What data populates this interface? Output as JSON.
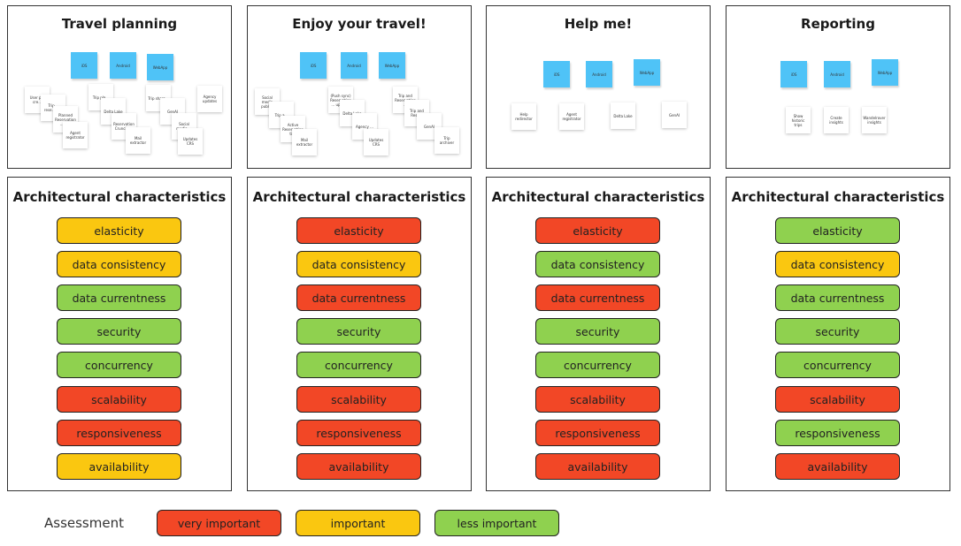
{
  "colors": {
    "very_important": "#f24726",
    "important": "#fac710",
    "less_important": "#8fd14f",
    "sticky_blue": "#4fc3f7"
  },
  "columns": [
    {
      "title": "Travel planning",
      "notes": [
        "iOS",
        "Android",
        "WebApp",
        "User p... cre...",
        "Trip... rese... fr...",
        "Planned Reservation ... tips",
        "Agent registrator",
        "Trip pla...",
        "Delta Lake",
        "Reservation Crunche...",
        "Mail extractor",
        "Trip share...",
        "GenAI",
        "Social media ...",
        "Updates CRS",
        "Agency updates"
      ],
      "characteristics": [
        "elasticity",
        "data consistency",
        "data currentness",
        "security",
        "concurrency",
        "scalability",
        "responsiveness",
        "availability"
      ],
      "levels": [
        "important",
        "important",
        "less_important",
        "less_important",
        "less_important",
        "very_important",
        "very_important",
        "important"
      ]
    },
    {
      "title": "Enjoy your travel!",
      "notes": [
        "iOS",
        "Android",
        "WebApp",
        "Social media publi...",
        "Trip a...",
        "Active Reservation tips",
        "Mail extractor",
        "(Push sync) Reservation ... updates",
        "Delta Lake",
        "Agency ...",
        "Updates CRS",
        "Trip and Reservation ...",
        "Trip and Rese...",
        "GenAI",
        "Trip archiver"
      ],
      "characteristics": [
        "elasticity",
        "data consistency",
        "data currentness",
        "security",
        "concurrency",
        "scalability",
        "responsiveness",
        "availability"
      ],
      "levels": [
        "very_important",
        "important",
        "very_important",
        "less_important",
        "less_important",
        "very_important",
        "very_important",
        "very_important"
      ]
    },
    {
      "title": "Help me!",
      "notes": [
        "iOS",
        "Android",
        "WebApp",
        "Help redirector",
        "Agent registrator",
        "Delta Lake",
        "GenAI"
      ],
      "characteristics": [
        "elasticity",
        "data consistency",
        "data currentness",
        "security",
        "concurrency",
        "scalability",
        "responsiveness",
        "availability"
      ],
      "levels": [
        "very_important",
        "less_important",
        "very_important",
        "less_important",
        "less_important",
        "very_important",
        "very_important",
        "very_important"
      ]
    },
    {
      "title": "Reporting",
      "notes": [
        "iOS",
        "Android",
        "WebApp",
        "Show historic trips",
        "Create insights",
        "Wandelrover insights"
      ],
      "characteristics": [
        "elasticity",
        "data consistency",
        "data currentness",
        "security",
        "concurrency",
        "scalability",
        "responsiveness",
        "availability"
      ],
      "levels": [
        "less_important",
        "important",
        "less_important",
        "less_important",
        "less_important",
        "very_important",
        "less_important",
        "very_important"
      ]
    }
  ],
  "arch_title": "Architectural characteristics",
  "legend": {
    "label": "Assessment",
    "items": [
      "very important",
      "important",
      "less important"
    ]
  }
}
